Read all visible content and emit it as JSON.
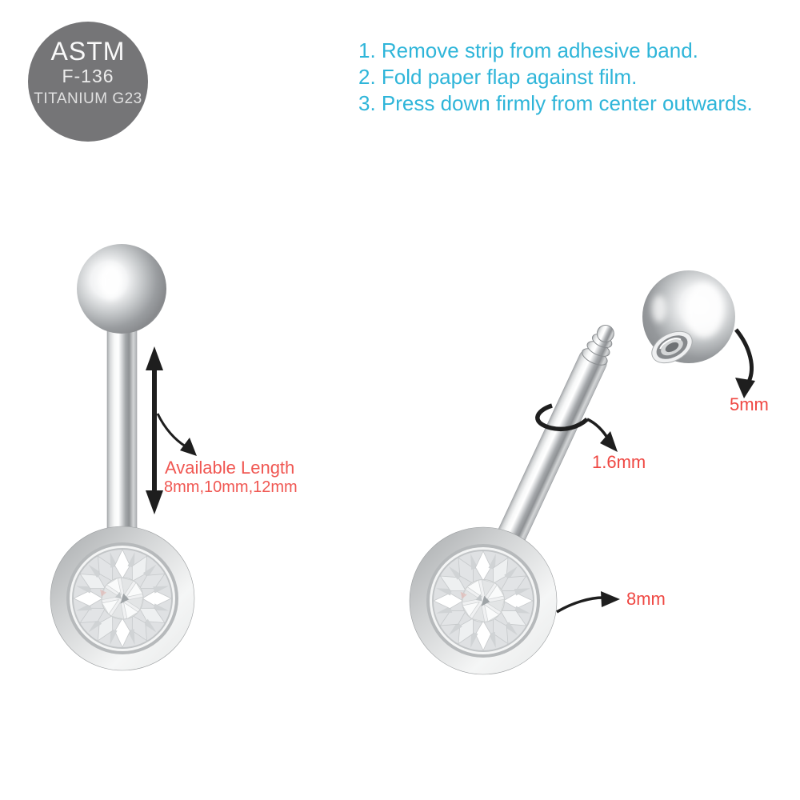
{
  "badge": {
    "title": "ASTM",
    "subtitle": "F-136",
    "material": "TITANIUM G23"
  },
  "instructions": {
    "items": [
      {
        "label": "1. Remove strip from adhesive band."
      },
      {
        "label": "2. Fold paper flap against film."
      },
      {
        "label": "3. Press down firmly from center outwards."
      }
    ]
  },
  "annotations": {
    "available_length": {
      "title": "Available Length",
      "values": "8mm,10mm,12mm"
    },
    "ball_diameter": "5mm",
    "bar_gauge": "1.6mm",
    "gem_diameter": "8mm"
  },
  "colors": {
    "instruction_cyan": "#2eb5d9",
    "annotation_red": "#ef4742",
    "badge_gray": "#757577"
  }
}
